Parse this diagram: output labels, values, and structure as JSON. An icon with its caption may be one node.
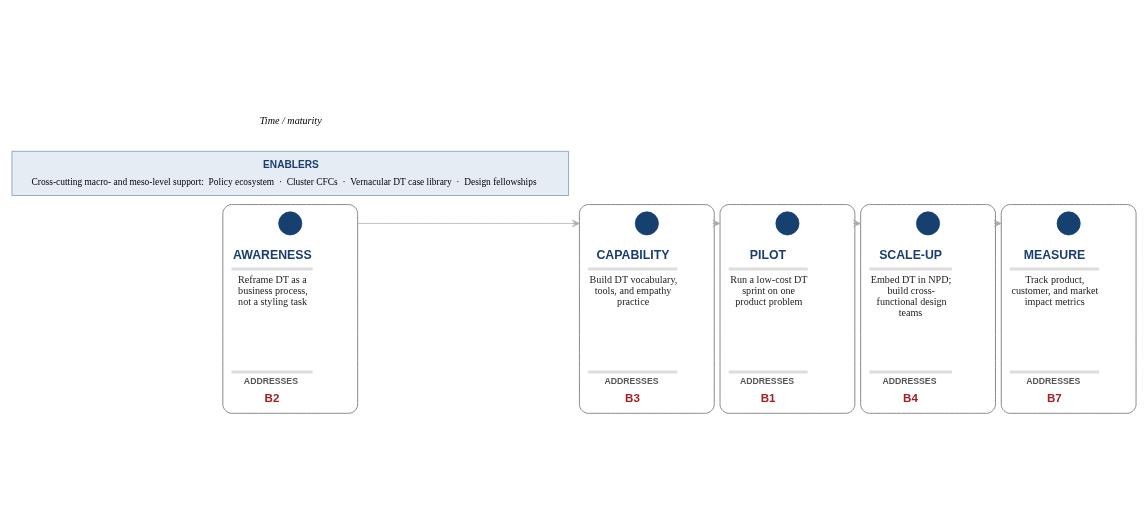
{
  "diagram": {
    "nodes": [
      {
        "text": [
          "AWARENESS",
          "Reframe DT as a business process, not a styling task",
          "ADDRESSES",
          "B2"
        ]
      },
      {
        "text": [],
        "shape": "circle",
        "in": 0
      },
      {
        "text": [
          "CAPABILITY",
          "Build DT vocabulary, tools, and empathy practice",
          "ADDRESSES",
          "B3"
        ]
      },
      {
        "text": [],
        "shape": "circle",
        "in": 2
      },
      {
        "text": [
          "PILOT",
          "Run a low-cost DT sprint on one product problem",
          "ADDRESSES",
          "B1"
        ]
      },
      {
        "text": [],
        "shape": "circle",
        "in": 4
      },
      {
        "text": [
          "SCALE-UP",
          "Embed DT in NPD; build cross-functional design teams",
          "ADDRESSES",
          "B4"
        ]
      },
      {
        "text": [],
        "shape": "circle",
        "in": 6
      },
      {
        "text": [
          "MEASURE",
          "Track product, customer, and market impact metrics",
          "ADDRESSES",
          "B7"
        ]
      },
      {
        "text": [],
        "shape": "circle",
        "in": 8
      },
      {
        "text": [
          "ENABLERS",
          "Cross-cutting macro- and meso-level support:  Policy ecosystem  ·  Cluster CFCs  ·  Vernacular DT case library  ·  Design fellowships"
        ]
      }
    ],
    "edges": [
      {
        "from": 0,
        "to": 2,
        "arrow": "to"
      },
      {
        "from": 2,
        "to": 4,
        "arrow": "to"
      },
      {
        "from": 4,
        "to": 6,
        "arrow": "to"
      },
      {
        "from": 6,
        "to": 8,
        "arrow": "to"
      }
    ],
    "labels": [
      "Time / maturity"
    ]
  }
}
